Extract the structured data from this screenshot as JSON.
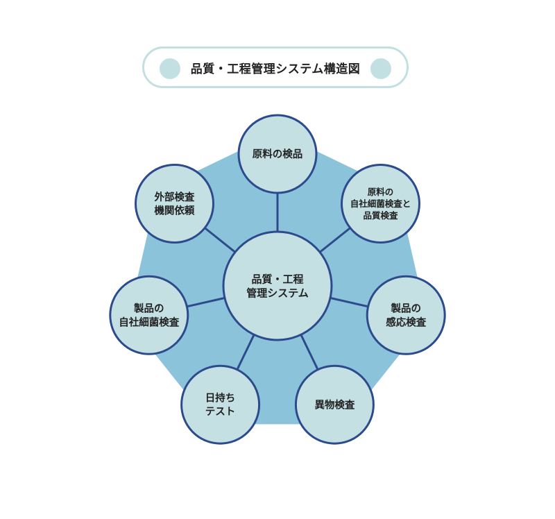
{
  "title": "品質・工程管理システム構造図",
  "colors": {
    "background_polygon": "#8bc3da",
    "node_fill": "#c4e0e3",
    "node_stroke": "#2c4a8c",
    "connector": "#2c4a8c",
    "title_border": "#c2dfe2",
    "title_dot": "#c2dfe2",
    "text": "#222222"
  },
  "center": {
    "lines": [
      "品質・工程",
      "管理システム"
    ]
  },
  "nodes": [
    {
      "id": "raw-material-inspection",
      "lines": [
        "原料の検品"
      ]
    },
    {
      "id": "raw-material-bacteria-quality",
      "lines": [
        "原料の",
        "自社細菌検査と",
        "品質検査"
      ]
    },
    {
      "id": "product-sensory-inspection",
      "lines": [
        "製品の",
        "感応検査"
      ]
    },
    {
      "id": "foreign-matter-inspection",
      "lines": [
        "異物検査"
      ]
    },
    {
      "id": "shelf-life-test",
      "lines": [
        "日持ち",
        "テスト"
      ]
    },
    {
      "id": "product-bacteria-inspection",
      "lines": [
        "製品の",
        "自社細菌検査"
      ]
    },
    {
      "id": "external-inspection-request",
      "lines": [
        "外部検査",
        "機関依頼"
      ]
    }
  ]
}
